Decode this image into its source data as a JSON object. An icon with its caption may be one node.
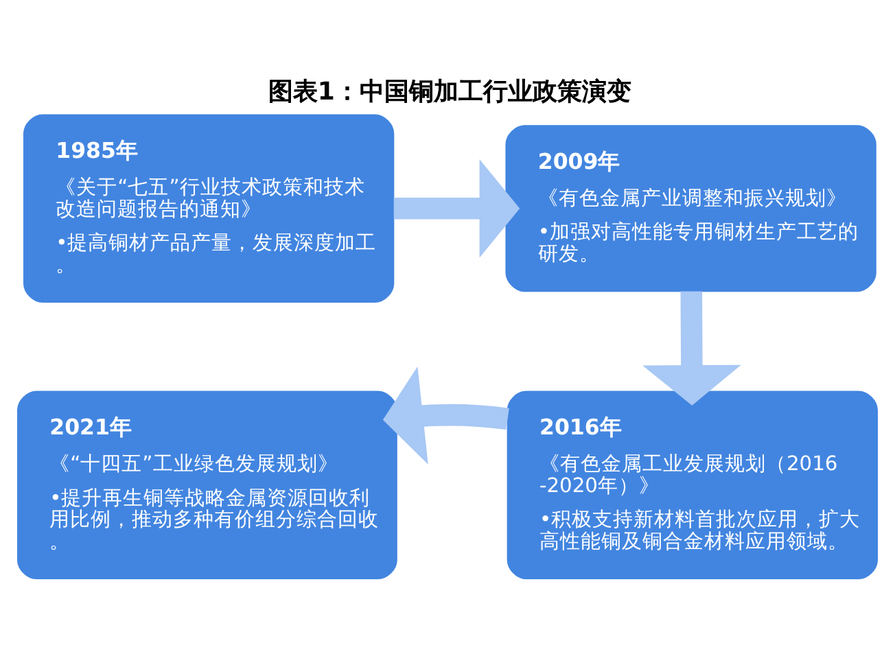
{
  "diagram": {
    "title": "图表1：中国铜加工行业政策演变",
    "nodes": [
      {
        "text": [
          "1985年",
          "《关于“七五”行业技术政策和技术改造问题报告的通知》",
          "•提高铜材产品产量，发展深度加工。"
        ]
      },
      {
        "text": [
          "2009年",
          "《有色金属产业调整和振兴规划》",
          "•加强对高性能专用铜材生产工艺的研发。"
        ]
      },
      {
        "text": [
          "2021年",
          "《“十四五”工业绿色发展规划》",
          "•提升再生铜等战略金属资源回收利用比例，推动多种有价组分综合回收。"
        ]
      },
      {
        "text": [
          "2016年",
          "《有色金属工业发展规划（2016-2020年）》",
          "•积极支持新材料首批次应用，扩大高性能铜及铜合金材料应用领域。"
        ]
      }
    ],
    "edges": [
      {
        "from": 0,
        "to": 1,
        "arrow": "to"
      },
      {
        "from": 1,
        "to": 3,
        "arrow": "to"
      },
      {
        "from": 3,
        "to": 2,
        "arrow": "to"
      }
    ]
  }
}
